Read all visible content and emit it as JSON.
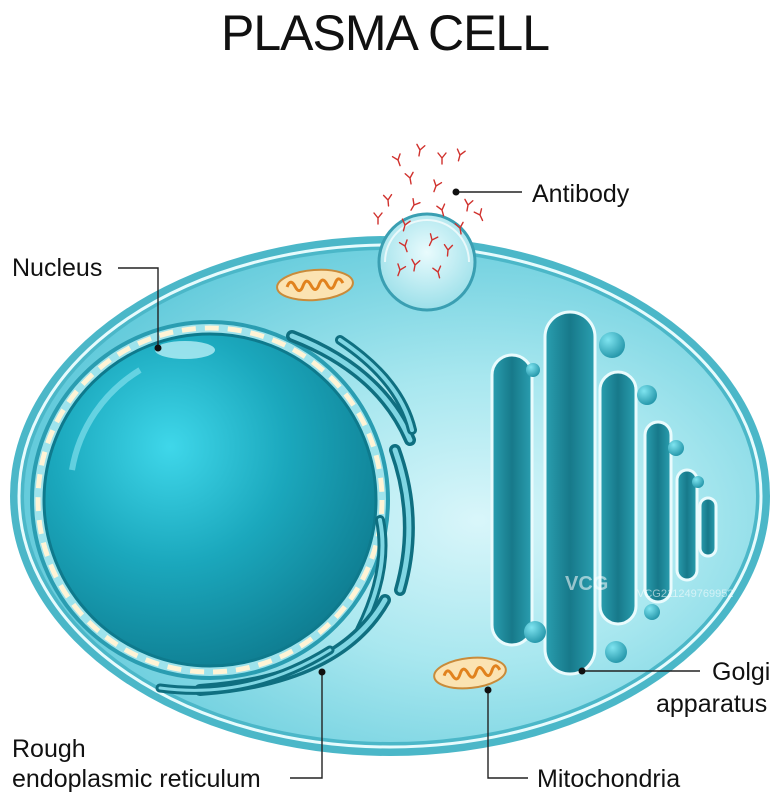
{
  "title": "PLASMA CELL",
  "labels": {
    "nucleus": "Nucleus",
    "antibody": "Antibody",
    "rer_line1": "Rough",
    "rer_line2": "endoplasmic reticulum",
    "golgi_line1": "Golgi",
    "golgi_line2": "apparatus",
    "mitochondria": "Mitochondria"
  },
  "watermark": {
    "brand": "VCG",
    "code": "VCG211249769952"
  },
  "colors": {
    "cytoplasm": "#5fd1e0",
    "membrane": "#4aa7b8",
    "nucleus": "#138ea3",
    "golgi": "#1f8796",
    "antibody": "#d0312d",
    "mitochondria": "#f2c27a"
  }
}
